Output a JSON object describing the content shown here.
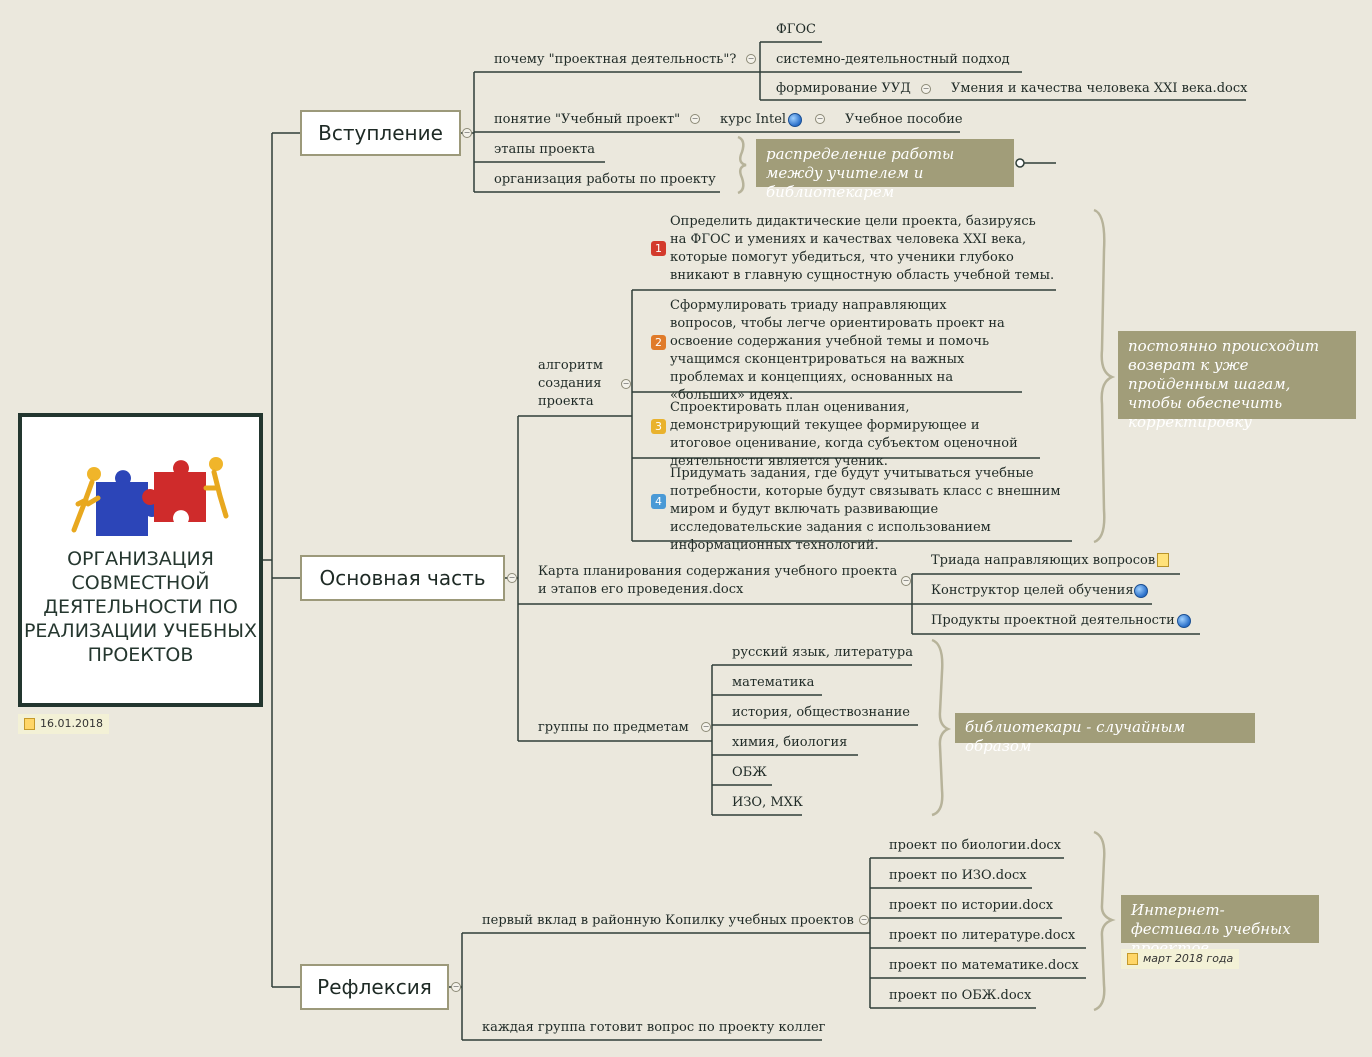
{
  "central": {
    "title": "ОРГАНИЗАЦИЯ СОВМЕСТНОЙ ДЕЯТЕЛЬНОСТИ ПО РЕАЛИЗАЦИИ УЧЕБНЫХ ПРОЕКТОВ",
    "image_icon": "puzzle-people-icon",
    "date_tag": "16.01.2018"
  },
  "intro": {
    "title": "Вступление",
    "why": "почему \"проектная деятельность\"?",
    "fgos": "ФГОС",
    "systemic": "системно-деятельностный подход",
    "uud": "формирование УУД",
    "uud_file": "Умения и качества человека XXI века.docx",
    "concept": "понятие \"Учебный проект\"",
    "intel": "курс Intel",
    "manual": "Учебное пособие",
    "stages": "этапы проекта",
    "organization": "организация работы по проекту",
    "callout": "распределение работы между учителем и библиотекарем"
  },
  "main": {
    "title": "Основная часть",
    "algorithm": "алгоритм создания проекта",
    "steps": [
      {
        "num": "1",
        "color": "#d33a2c",
        "text": "Определить дидактические цели проекта, базируясь на ФГОС и умениях и качествах человека XXI века, которые помогут убедиться, что ученики глубоко вникают в главную сущностную область учебной темы."
      },
      {
        "num": "2",
        "color": "#e07b2a",
        "text": "Сформулировать триаду направляющих вопросов, чтобы легче ориентировать проект на освоение содержания учебной темы и помочь учащимся сконцентрироваться на важных проблемах и концепциях, основанных на «больших» идеях."
      },
      {
        "num": "3",
        "color": "#e9b22d",
        "text": "Спроектировать план оценивания, демонстрирующий текущее формирующее и итоговое оценивание, когда субъектом оценочной деятельности является ученик."
      },
      {
        "num": "4",
        "color": "#4a9ad6",
        "text": "Придумать задания, где будут учитываться учебные потребности, которые будут связывать класс с внешним миром и будут включать развивающие исследовательские задания с использованием информационных технологий."
      }
    ],
    "callout_algo": "постоянно происходит возврат к уже пройденным шагам, чтобы обеспечить корректировку",
    "map": "Карта планирования содержания учебного проекта и этапов его проведения.docx",
    "triad": "Триада направляющих вопросов",
    "constructor": "Конструктор целей обучения",
    "products": "Продукты проектной деятельности",
    "groups": "группы по предметам",
    "subjects": [
      "русский язык, литература",
      "математика",
      "история, обществознание",
      "химия, биология",
      "ОБЖ",
      "ИЗО, МХК"
    ],
    "callout_groups": "библиотекари - случайным образом"
  },
  "reflection": {
    "title": "Рефлексия",
    "first": "первый вклад в районную Копилку учебных проектов",
    "projects": [
      "проект по биологии.docx",
      "проект по ИЗО.docx",
      "проект по истории.docx",
      "проект по литературе.docx",
      "проект по математике.docx",
      "проект по ОБЖ.docx"
    ],
    "callout": "Интернет-фестиваль учебных проектов",
    "date_tag": "март 2018 года",
    "each": "каждая группа готовит вопрос по проекту коллег"
  }
}
